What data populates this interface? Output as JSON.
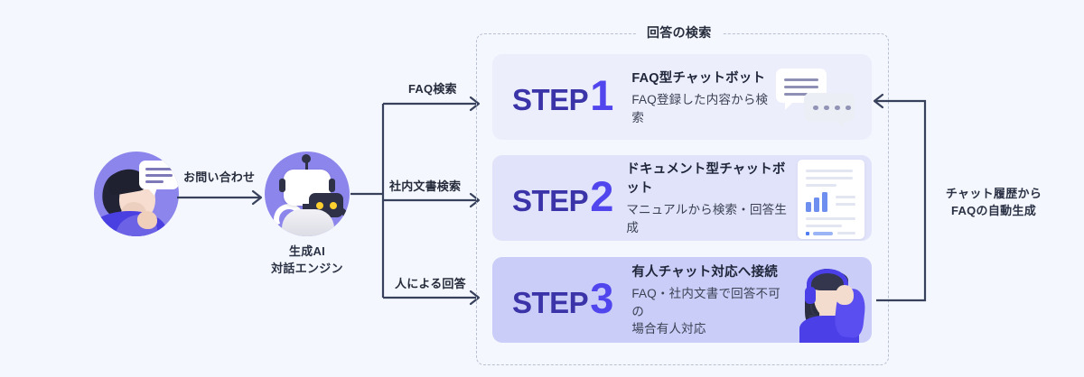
{
  "colors": {
    "background": "#f4f7fd",
    "accent_purple": "#8c85ec",
    "step_word": "#3a34a8",
    "step_number": "#5146ee",
    "card1_bg": "#edeefc",
    "card2_bg": "#e1e3fa",
    "card3_bg": "#cacdf7",
    "arrow": "#37415c",
    "dashed_border": "#b9c0d2"
  },
  "left_flow": {
    "user": {
      "icon": "user-avatar-icon",
      "caption": ""
    },
    "inquiry_arrow_label": "お問い合わせ",
    "engine": {
      "icon": "robot-icon",
      "caption_line1": "生成AI",
      "caption_line2": "対話エンジン"
    }
  },
  "branch_labels": [
    "FAQ検索",
    "社内文書検索",
    "人による回答"
  ],
  "search_group": {
    "title": "回答の検索",
    "steps": [
      {
        "word": "STEP",
        "number": "1",
        "title": "FAQ型チャットボット",
        "desc": "FAQ登録した内容から検索",
        "icon": "chat-bubbles-icon"
      },
      {
        "word": "STEP",
        "number": "2",
        "title": "ドキュメント型チャットボット",
        "desc": "マニュアルから検索・回答生成",
        "icon": "document-chart-icon"
      },
      {
        "word": "STEP",
        "number": "3",
        "title": "有人チャット対応へ接続",
        "desc": "FAQ・社内文書で回答不可の\n場合有人対応",
        "desc_line1": "FAQ・社内文書で回答不可の",
        "desc_line2": "場合有人対応",
        "icon": "headset-agent-icon"
      }
    ]
  },
  "feedback": {
    "label_line1": "チャット履歴から",
    "label_line2": "FAQの自動生成"
  }
}
